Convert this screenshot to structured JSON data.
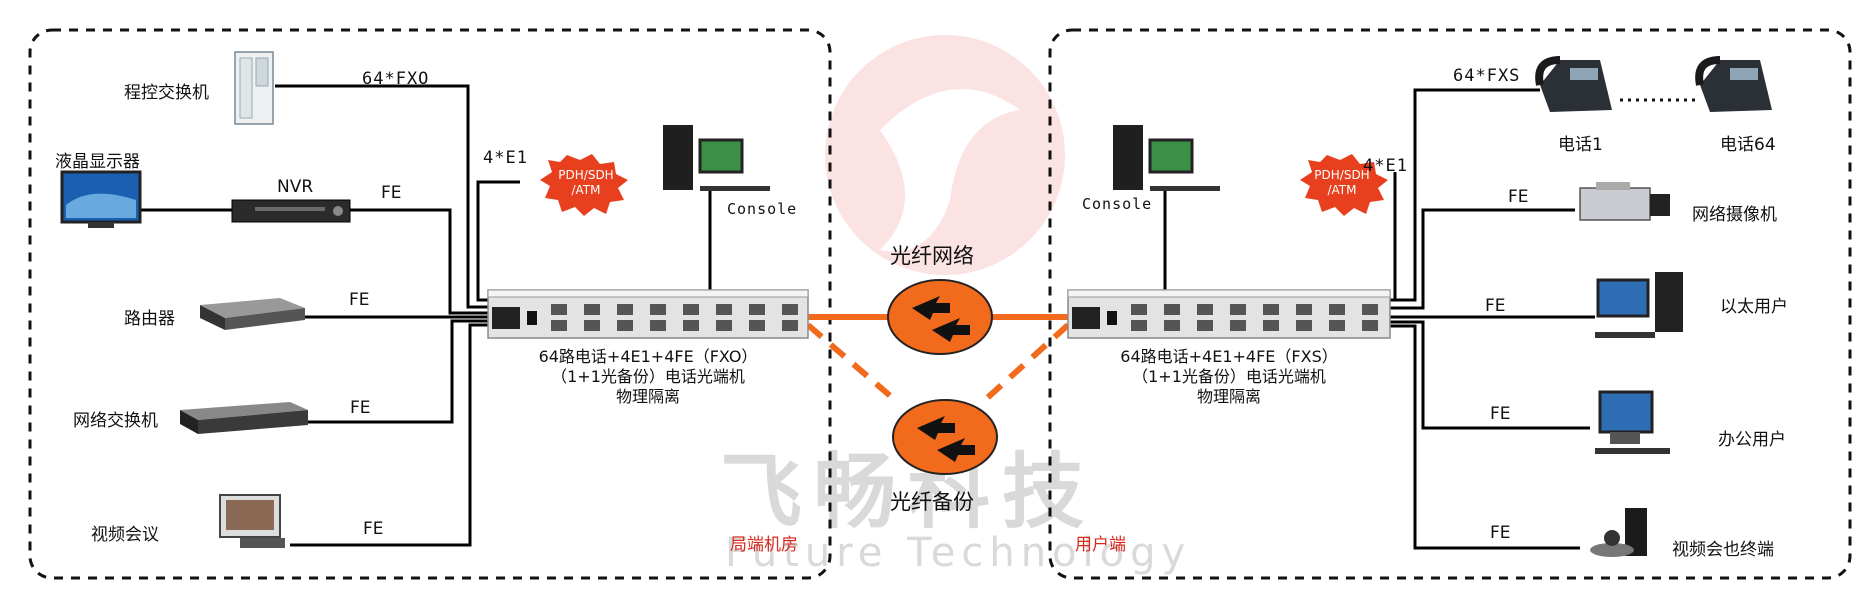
{
  "left_zone": {
    "label": "局端机房",
    "devices": {
      "pbx": "程控交换机",
      "lcd": "液晶显示器",
      "nvr": "NVR",
      "router": "路由器",
      "switch": "网络交换机",
      "video_conf": "视频会议"
    },
    "links": {
      "fxo": "64*FXO",
      "e1": "4*E1",
      "fe1": "FE",
      "fe2": "FE",
      "fe3": "FE",
      "fe4": "FE"
    },
    "cloud": "PDH/SDH /ATM",
    "cloud_line1": "PDH/SDH",
    "cloud_line2": "/ATM",
    "console": "Console",
    "unit_caption": {
      "line1": "64路电话+4E1+4FE（FXO）",
      "line2": "（1+1光备份）电话光端机",
      "line3": "物理隔离"
    }
  },
  "right_zone": {
    "label": "用户端",
    "devices": {
      "phone1": "电话1",
      "phone64": "电话64",
      "ip_camera": "网络摄像机",
      "eth_user": "以太用户",
      "office_user": "办公用户",
      "video_terminal": "视频会也终端"
    },
    "links": {
      "fxs": "64*FXS",
      "e1": "4*E1",
      "fe1": "FE",
      "fe2": "FE",
      "fe3": "FE",
      "fe4": "FE"
    },
    "cloud_line1": "PDH/SDH",
    "cloud_line2": "/ATM",
    "console": "Console",
    "unit_caption": {
      "line1": "64路电话+4E1+4FE（FXS）",
      "line2": "（1+1光备份）电话光端机",
      "line3": "物理隔离"
    }
  },
  "center": {
    "fiber_network": "光纤网络",
    "fiber_backup": "光纤备份"
  },
  "watermark": {
    "cn": "飞畅科技",
    "en": "Future Technology"
  },
  "colors": {
    "accent_orange": "#f26a1b",
    "cloud_red": "#e8401f",
    "zone_label_red": "#d8281e",
    "device_gray": "#d9d9d9"
  }
}
